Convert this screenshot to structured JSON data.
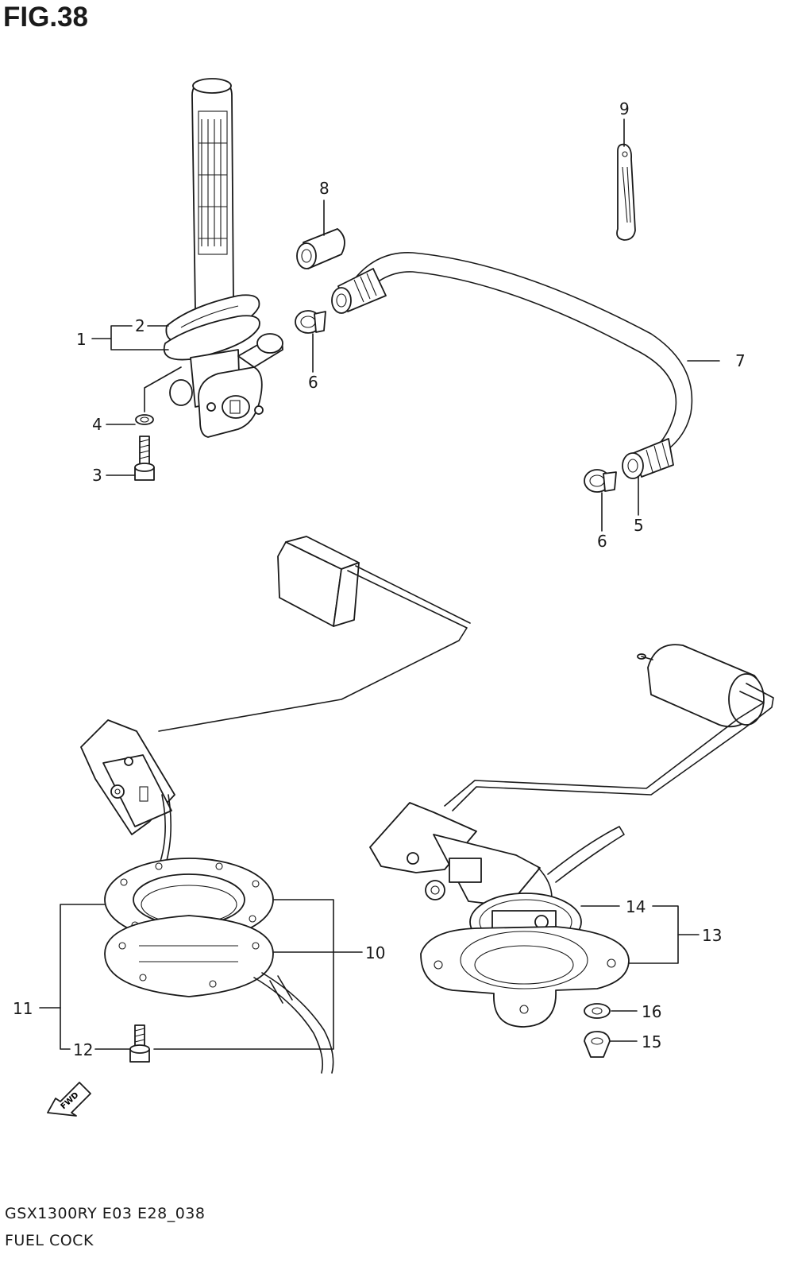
{
  "figure": {
    "title": "FIG.38"
  },
  "footer": {
    "model_code": "GSX1300RY E03 E28_038",
    "name": "FUEL COCK"
  },
  "fwd_label": "FWD",
  "callouts": [
    "1",
    "2",
    "3",
    "4",
    "5",
    "6",
    "6",
    "7",
    "8",
    "9",
    "10",
    "11",
    "12",
    "13",
    "14",
    "15",
    "16"
  ]
}
